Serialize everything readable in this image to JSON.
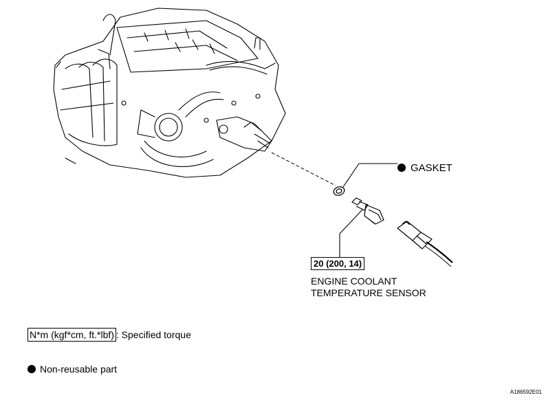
{
  "callouts": {
    "gasket": "GASKET",
    "torque_spec": "20 (200, 14)",
    "sensor_line1": "ENGINE COOLANT",
    "sensor_line2": "TEMPERATURE SENSOR"
  },
  "legend": {
    "torque_units": "N*m (kgf*cm, ft.*lbf)",
    "torque_desc": ": Specified torque",
    "nonreusable": "Non-reusable part"
  },
  "figure_code": "A186592E01"
}
